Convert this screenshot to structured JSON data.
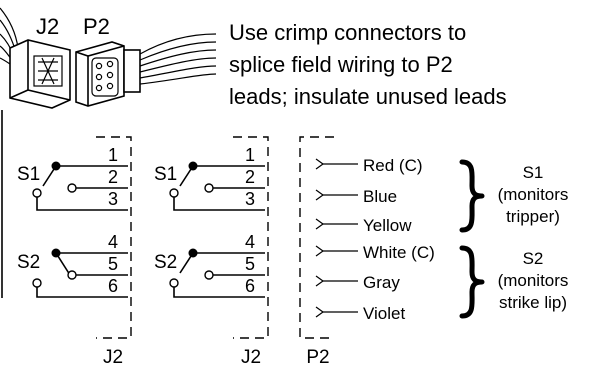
{
  "header": {
    "connector_j2": "J2",
    "connector_p2": "P2",
    "instruction_lines": [
      "Use crimp connectors to",
      "splice field wiring to P2",
      "leads; insulate unused leads"
    ]
  },
  "switches": {
    "s1": "S1",
    "s2": "S2"
  },
  "pin_numbers": [
    "1",
    "2",
    "3",
    "4",
    "5",
    "6"
  ],
  "leads": [
    {
      "label": "Red (C)"
    },
    {
      "label": "Blue"
    },
    {
      "label": "Yellow"
    },
    {
      "label": "White (C)"
    },
    {
      "label": "Gray"
    },
    {
      "label": "Violet"
    }
  ],
  "groups": [
    {
      "switch": "S1",
      "note": "(monitors",
      "note2": "tripper)"
    },
    {
      "switch": "S2",
      "note": "(monitors",
      "note2": "strike lip)"
    }
  ],
  "bottom_labels": [
    "J2",
    "J2",
    "P2"
  ]
}
